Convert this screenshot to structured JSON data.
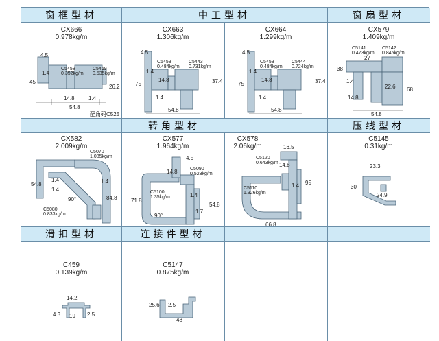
{
  "sections": {
    "window_frame": "窗框型材",
    "middle": "中工型材",
    "sash": "窗扇型材",
    "corner": "转角型材",
    "bead": "压线型材",
    "slide": "滑扣型材",
    "connector": "连接件型材"
  },
  "colors": {
    "header_bg": "#cfe9f6",
    "grid": "#6a8ea8",
    "profile_fill": "#b9cbd8",
    "profile_stroke": "#4a6478"
  },
  "cells": {
    "cx666": {
      "model": "CX666",
      "weight": "0.978kg/m",
      "dims": [
        "4.5",
        "45",
        "1.4",
        "14.8",
        "1.4",
        "26.2",
        "54.8"
      ],
      "subs": [
        {
          "code": "C5458",
          "weight": "0.352kg/m"
        },
        {
          "code": "C5459",
          "weight": "0.535kg/m"
        }
      ],
      "note": "配角码C525"
    },
    "cx663": {
      "model": "CX663",
      "weight": "1.306kg/m",
      "dims": [
        "4.5",
        "75",
        "1.4",
        "14.8",
        "1.4",
        "37.4",
        "54.8"
      ],
      "subs": [
        {
          "code": "C5453",
          "weight": "0.484kg/m"
        },
        {
          "code": "C5443",
          "weight": "0.731kg/m"
        }
      ]
    },
    "cx664": {
      "model": "CX664",
      "weight": "1.299kg/m",
      "dims": [
        "4.5",
        "75",
        "1.4",
        "14.8",
        "1.4",
        "37.4",
        "54.8"
      ],
      "subs": [
        {
          "code": "C5453",
          "weight": "0.484kg/m"
        },
        {
          "code": "C5444",
          "weight": "0.724kg/m"
        }
      ]
    },
    "cx579": {
      "model": "CX579",
      "weight": "1.409kg/m",
      "dims": [
        "27",
        "38",
        "1.4",
        "14.8",
        "22.6",
        "68",
        "54.8"
      ],
      "subs": [
        {
          "code": "C5141",
          "weight": "0.473kg/m"
        },
        {
          "code": "C5142",
          "weight": "0.845kg/m"
        }
      ]
    },
    "cx582": {
      "model": "CX582",
      "weight": "2.009kg/m",
      "dims": [
        "54.8",
        "1.4",
        "90°",
        "1.4",
        "1.4",
        "84.8"
      ],
      "subs": [
        {
          "code": "C5070",
          "weight": "1.085kg/m"
        },
        {
          "code": "C5080",
          "weight": "0.833kg/m"
        }
      ]
    },
    "cx577": {
      "model": "CX577",
      "weight": "1.964kg/m",
      "dims": [
        "4.5",
        "14.8",
        "71.8",
        "1.4",
        "90°",
        "1.7",
        "54.8"
      ],
      "subs": [
        {
          "code": "C5090",
          "weight": "0.523kg/m"
        },
        {
          "code": "C5100",
          "weight": "1.35kg/m"
        }
      ]
    },
    "cx578": {
      "model": "CX578",
      "weight": "2.06kg/m",
      "dims": [
        "16.5",
        "14.8",
        "95",
        "1.4",
        "66.8"
      ],
      "subs": [
        {
          "code": "C5120",
          "weight": "0.643kg/m"
        },
        {
          "code": "C5110",
          "weight": "1.326kg/m"
        }
      ]
    },
    "c5145": {
      "model": "C5145",
      "weight": "0.31kg/m",
      "dims": [
        "23.3",
        "30",
        "24.9"
      ]
    },
    "c459": {
      "model": "C459",
      "weight": "0.139kg/m",
      "dims": [
        "14.2",
        "4.3",
        "19",
        "2.5"
      ]
    },
    "c5147": {
      "model": "C5147",
      "weight": "0.875kg/m",
      "dims": [
        "25.6",
        "2.5",
        "48"
      ]
    }
  }
}
